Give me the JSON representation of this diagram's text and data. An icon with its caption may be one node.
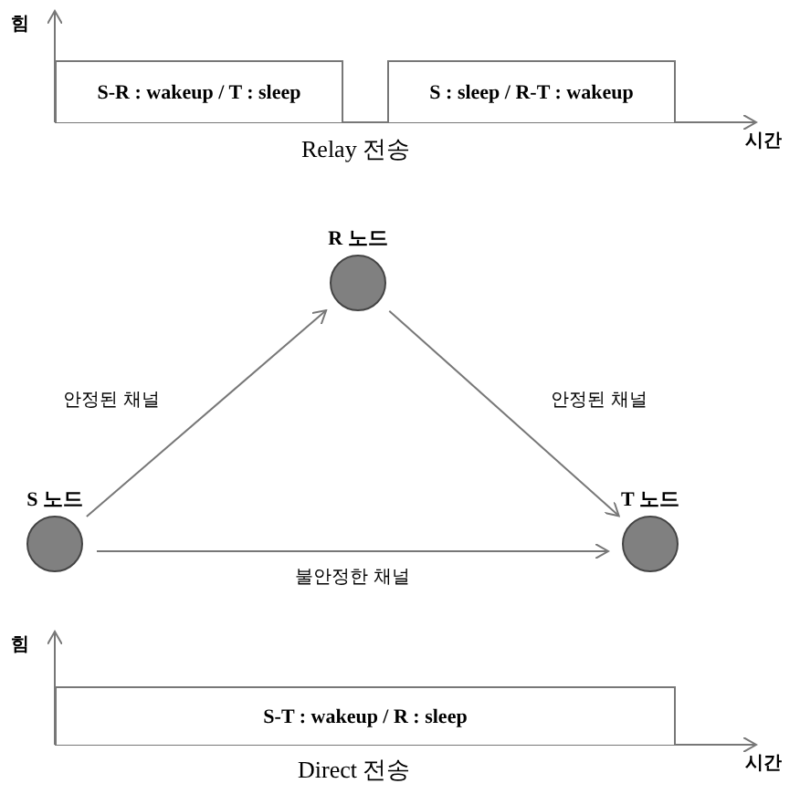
{
  "diagram": {
    "nodes": [
      {
        "text": [
          "S-R : wakeup / T : sleep"
        ]
      },
      {
        "text": [
          "S : sleep / R-T : wakeup"
        ]
      },
      {
        "text": [
          "R 노드"
        ]
      },
      {
        "text": [
          "S 노드"
        ]
      },
      {
        "text": [
          "T 노드"
        ]
      },
      {
        "text": [
          "S-T : wakeup / R : sleep"
        ]
      }
    ],
    "edges": [
      {
        "from": 3,
        "to": 2,
        "arrow": "to",
        "label": "안정된 채널"
      },
      {
        "from": 2,
        "to": 4,
        "arrow": "to",
        "label": "안정된 채널"
      },
      {
        "from": 3,
        "to": 4,
        "arrow": "to",
        "label": "불안정한 채널"
      }
    ],
    "labels": [
      "힘",
      "시간",
      "Relay 전송",
      "힘",
      "시간",
      "Direct 전송"
    ]
  }
}
